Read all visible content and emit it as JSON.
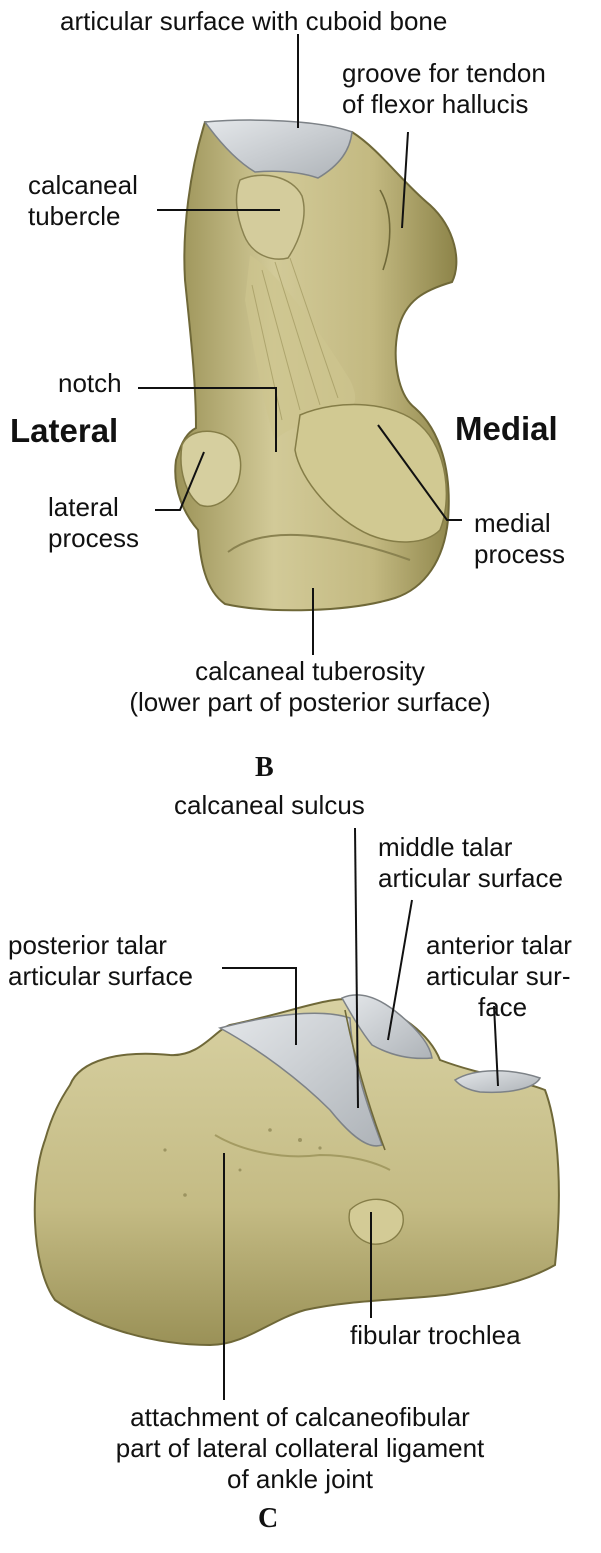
{
  "figure_b": {
    "letter": "B",
    "side_lateral": "Lateral",
    "side_medial": "Medial",
    "labels": {
      "cuboid": "articular surface with cuboid bone",
      "groove": [
        "groove for tendon",
        "of flexor hallucis"
      ],
      "tubercle": [
        "calcaneal",
        "tubercle"
      ],
      "notch": "notch",
      "lateral_process": [
        "lateral",
        "process"
      ],
      "medial_process": [
        "medial",
        "process"
      ],
      "tuberosity": [
        "calcaneal tuberosity",
        "(lower part of posterior surface)"
      ]
    }
  },
  "figure_c": {
    "letter": "C",
    "labels": {
      "sulcus": "calcaneal sulcus",
      "middle_talar": [
        "middle talar",
        "articular surface"
      ],
      "posterior_talar": [
        "posterior talar",
        "articular surface"
      ],
      "anterior_talar": [
        "anterior talar",
        "articular sur-",
        "face"
      ],
      "fibular_trochlea": "fibular trochlea",
      "attachment": [
        "attachment of calcaneofibular",
        "part of lateral collateral ligament",
        "of ankle joint"
      ]
    }
  },
  "colors": {
    "bone": "#c9c08a",
    "bone_shadow": "#8f8650",
    "cartilage": "#c8ccd0",
    "text": "#111111",
    "leader_line": "#111111"
  }
}
